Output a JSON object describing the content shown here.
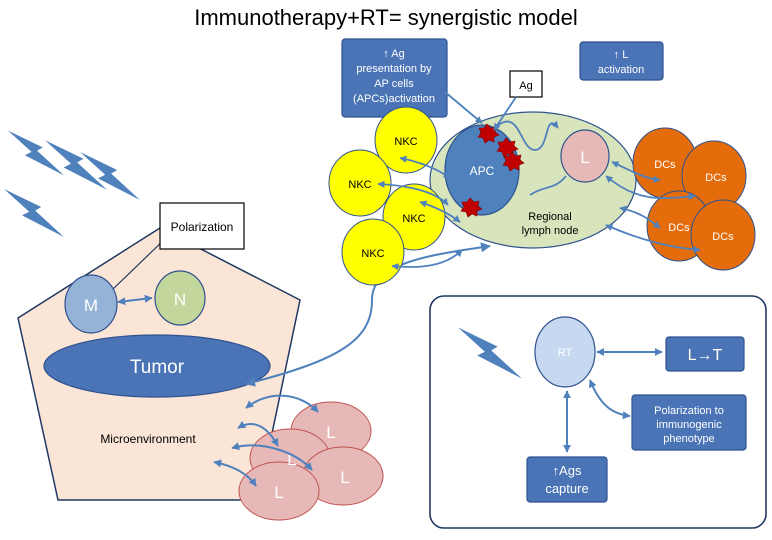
{
  "title": "Immunotherapy+RT= synergistic model",
  "boxes": {
    "ag_presentation": [
      "↑ Ag",
      "presentation by",
      "AP cells",
      "(APCs)activation"
    ],
    "l_activation": [
      "↑ L",
      "activation"
    ],
    "ag_label": "Ag",
    "polarization": "Polarization"
  },
  "cells": {
    "nkc": "NKC",
    "apc": "APC",
    "l": "L",
    "dcs": "DCs",
    "m": "M",
    "n": "N"
  },
  "lymph_node_label": [
    "Regional",
    "lymph node"
  ],
  "tumor": "Tumor",
  "microenvironment": "Microenvironment",
  "legend": {
    "rt": "RT",
    "l_to_t": "L→T",
    "polarization_box": [
      "Polarization to",
      "immunogenic",
      "phenotype"
    ],
    "ags_capture": [
      "↑Ags",
      "capture"
    ]
  },
  "colors": {
    "blue_box": "#4a74b6",
    "blue_box_border": "#2f528f",
    "lymph_node": "#d8e4bc",
    "nkc": "#ffff00",
    "dcs": "#e46c0a",
    "lymphocyte": "#e6b9b8",
    "apc": "#4f81bd",
    "tumor_zone": "#fbe5d6",
    "m_cell": "#95b3d7",
    "n_cell": "#c3d69b",
    "rt_cell": "#c6d9f1",
    "bolt": "#4f81bd",
    "ag_spike": "#c00000"
  }
}
